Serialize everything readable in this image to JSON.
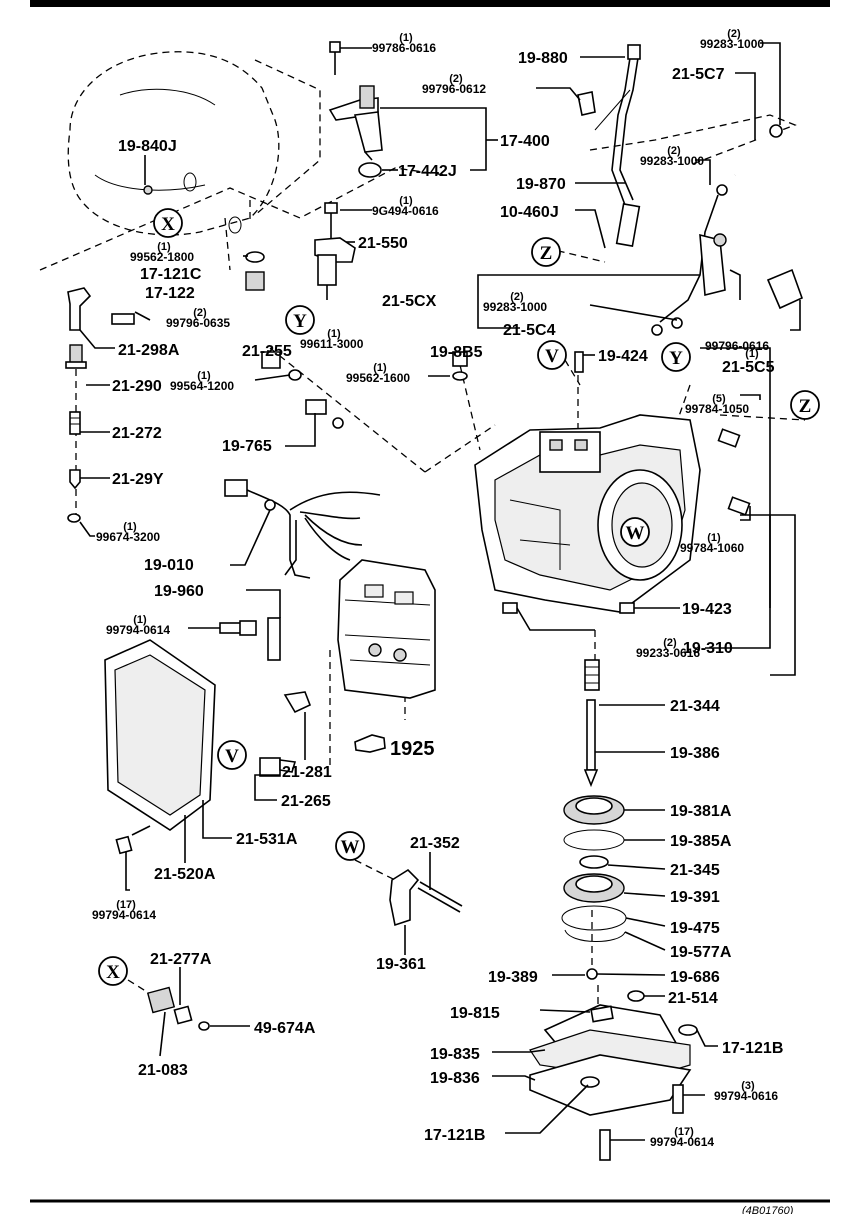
{
  "diagram": {
    "section_ref": "1925",
    "callouts": {
      "x": "X",
      "y": "Y",
      "z": "Z",
      "v": "V",
      "w": "W"
    },
    "footer_code": "(4B01760)",
    "labels": [
      {
        "id": "p99786_0616",
        "part": "99786-0616",
        "qty": "(1)"
      },
      {
        "id": "p19_880",
        "part": "19-880"
      },
      {
        "id": "p99283_1000a",
        "part": "99283-1000",
        "qty": "(2)"
      },
      {
        "id": "p99796_0612",
        "part": "99796-0612",
        "qty": "(2)"
      },
      {
        "id": "p21_5C7",
        "part": "21-5C7"
      },
      {
        "id": "p17_400",
        "part": "17-400"
      },
      {
        "id": "p19_840J",
        "part": "19-840J"
      },
      {
        "id": "p17_442J",
        "part": "17-442J"
      },
      {
        "id": "p99283_1000b",
        "part": "99283-1000",
        "qty": "(2)"
      },
      {
        "id": "p19_870",
        "part": "19-870"
      },
      {
        "id": "p9G494_0616",
        "part": "9G494-0616",
        "qty": "(1)"
      },
      {
        "id": "p10_460J",
        "part": "10-460J"
      },
      {
        "id": "p21_550",
        "part": "21-550"
      },
      {
        "id": "p99562_1800",
        "part": "99562-1800",
        "qty": "(1)"
      },
      {
        "id": "p17_121C",
        "part": "17-121C"
      },
      {
        "id": "p17_122",
        "part": "17-122"
      },
      {
        "id": "p99796_0635",
        "part": "99796-0635",
        "qty": "(2)"
      },
      {
        "id": "p21_5CX",
        "part": "21-5CX"
      },
      {
        "id": "p99283_1000c",
        "part": "99283-1000",
        "qty": "(2)"
      },
      {
        "id": "p21_5C4",
        "part": "21-5C4"
      },
      {
        "id": "p99796_0616",
        "part": "99796-0616"
      },
      {
        "id": "p21_5C5",
        "part": "21-5C5",
        "qty": "(1)"
      },
      {
        "id": "p21_298A",
        "part": "21-298A"
      },
      {
        "id": "p21_255",
        "part": "21-255"
      },
      {
        "id": "p99611_3000",
        "part": "99611-3000",
        "qty": "(1)"
      },
      {
        "id": "p19_8B5",
        "part": "19-8B5"
      },
      {
        "id": "p19_424",
        "part": "19-424"
      },
      {
        "id": "p21_290",
        "part": "21-290"
      },
      {
        "id": "p99564_1200",
        "part": "99564-1200",
        "qty": "(1)"
      },
      {
        "id": "p99562_1600",
        "part": "99562-1600",
        "qty": "(1)"
      },
      {
        "id": "p99784_1050",
        "part": "99784-1050",
        "qty": "(5)"
      },
      {
        "id": "p21_272",
        "part": "21-272"
      },
      {
        "id": "p19_765",
        "part": "19-765"
      },
      {
        "id": "p21_29Y",
        "part": "21-29Y"
      },
      {
        "id": "p99784_1060",
        "part": "99784-1060",
        "qty": "(1)"
      },
      {
        "id": "p99674_3200",
        "part": "99674-3200",
        "qty": "(1)"
      },
      {
        "id": "p19_010",
        "part": "19-010"
      },
      {
        "id": "p19_960",
        "part": "19-960"
      },
      {
        "id": "p99794_0614a",
        "part": "99794-0614",
        "qty": "(1)"
      },
      {
        "id": "p19_423",
        "part": "19-423"
      },
      {
        "id": "p99233_0616",
        "part": "99233-0616",
        "qty": "(2)"
      },
      {
        "id": "p19_310",
        "part": "19-310"
      },
      {
        "id": "p21_344",
        "part": "21-344"
      },
      {
        "id": "p19_386",
        "part": "19-386"
      },
      {
        "id": "p21_281",
        "part": "21-281"
      },
      {
        "id": "p21_265",
        "part": "21-265"
      },
      {
        "id": "p19_381A",
        "part": "19-381A"
      },
      {
        "id": "p21_531A",
        "part": "21-531A"
      },
      {
        "id": "p19_385A",
        "part": "19-385A"
      },
      {
        "id": "p21_352",
        "part": "21-352"
      },
      {
        "id": "p21_345",
        "part": "21-345"
      },
      {
        "id": "p21_520A",
        "part": "21-520A"
      },
      {
        "id": "p19_391",
        "part": "19-391"
      },
      {
        "id": "p99794_0614b",
        "part": "99794-0614",
        "qty": "(17)"
      },
      {
        "id": "p19_475",
        "part": "19-475"
      },
      {
        "id": "p19_361",
        "part": "19-361"
      },
      {
        "id": "p19_577A",
        "part": "19-577A"
      },
      {
        "id": "p21_277A",
        "part": "21-277A"
      },
      {
        "id": "p19_389",
        "part": "19-389"
      },
      {
        "id": "p19_686",
        "part": "19-686"
      },
      {
        "id": "p21_514",
        "part": "21-514"
      },
      {
        "id": "p49_674A",
        "part": "49-674A"
      },
      {
        "id": "p19_815",
        "part": "19-815"
      },
      {
        "id": "p17_121B_a",
        "part": "17-121B"
      },
      {
        "id": "p19_835",
        "part": "19-835"
      },
      {
        "id": "p21_083",
        "part": "21-083"
      },
      {
        "id": "p19_836",
        "part": "19-836"
      },
      {
        "id": "p99794_0616",
        "part": "99794-0616",
        "qty": "(3)"
      },
      {
        "id": "p17_121B_b",
        "part": "17-121B"
      },
      {
        "id": "p99794_0614c",
        "part": "99794-0614",
        "qty": "(17)"
      }
    ]
  }
}
